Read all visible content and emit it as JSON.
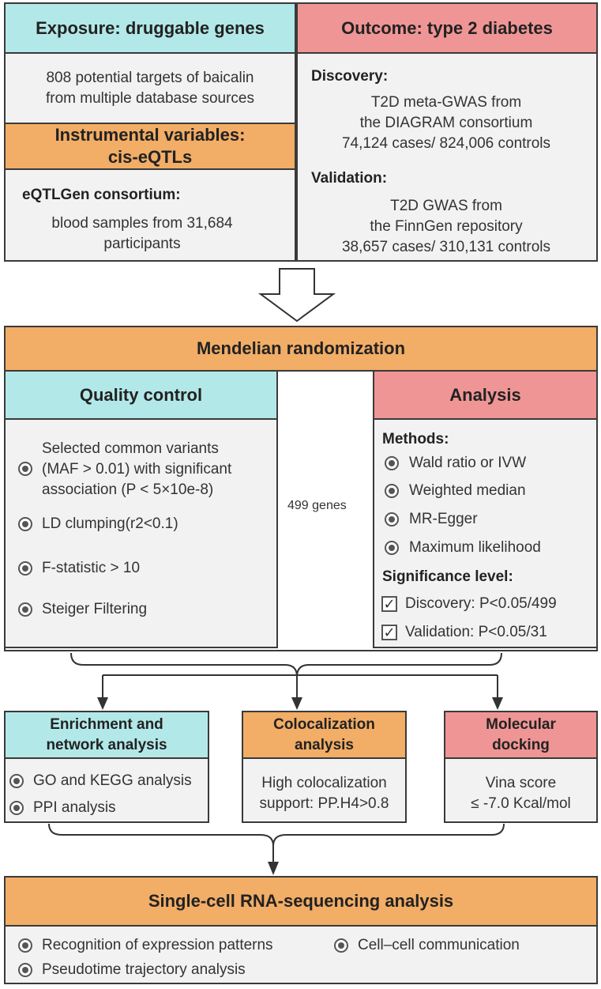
{
  "exposure": {
    "header": "Exposure: druggable genes",
    "line1": "808 potential targets of baicalin",
    "line2": "from multiple database sources"
  },
  "instruments": {
    "header_line1": "Instrumental variables:",
    "header_line2": "cis-eQTLs",
    "source": "eQTLGen consortium",
    "source_colon": ":",
    "line1": "blood samples from 31,684",
    "line2": "participants"
  },
  "outcome": {
    "header": "Outcome: type 2 diabetes",
    "discovery_label": "Discovery:",
    "discovery_lines": [
      "T2D meta-GWAS  from",
      "the DIAGRAM consortium",
      "74,124 cases/ 824,006 controls"
    ],
    "validation_label": "Validation:",
    "validation_lines": [
      "T2D GWAS from",
      "the FinnGen repository",
      "38,657  cases/ 310,131 controls"
    ]
  },
  "mr": {
    "header": "Mendelian randomization",
    "qc": {
      "header": "Quality control",
      "items": [
        [
          "Selected common variants",
          "(MAF > 0.01) with significant",
          "association (P < 5×10e-8)"
        ],
        "LD clumping(r2<0.1)",
        "F-statistic > 10",
        "Steiger Filtering"
      ]
    },
    "arrow_label": "499 genes",
    "analysis": {
      "header": "Analysis",
      "methods_label": "Methods:",
      "methods": [
        "Wald ratio or IVW",
        "Weighted median",
        "MR-Egger",
        "Maximum likelihood"
      ],
      "significance_label": "Significance level:",
      "checks": [
        "Discovery: P<0.05/499",
        "Validation: P<0.05/31"
      ],
      "check_mark": "✓"
    }
  },
  "enrichment": {
    "header_line1": "Enrichment and",
    "header_line2": "network analysis",
    "items": [
      "GO and KEGG  analysis",
      "PPI analysis"
    ]
  },
  "colocalization": {
    "header_line1": "Colocalization",
    "header_line2": "analysis",
    "line1": "High colocalization",
    "line2": "support: PP.H4>0.8"
  },
  "docking": {
    "header_line1": "Molecular",
    "header_line2": "docking",
    "line1": "Vina score",
    "line2": "≤ -7.0 Kcal/mol"
  },
  "scrna": {
    "header": "Single-cell RNA-sequencing analysis",
    "items": [
      "Recognition of expression patterns",
      "Cell–cell communication",
      "Pseudotime trajectory analysis"
    ]
  },
  "colors": {
    "cyan": "#b3e8e8",
    "orange": "#f2ad66",
    "pink": "#ef9595",
    "panel": "#f2f2f2"
  }
}
